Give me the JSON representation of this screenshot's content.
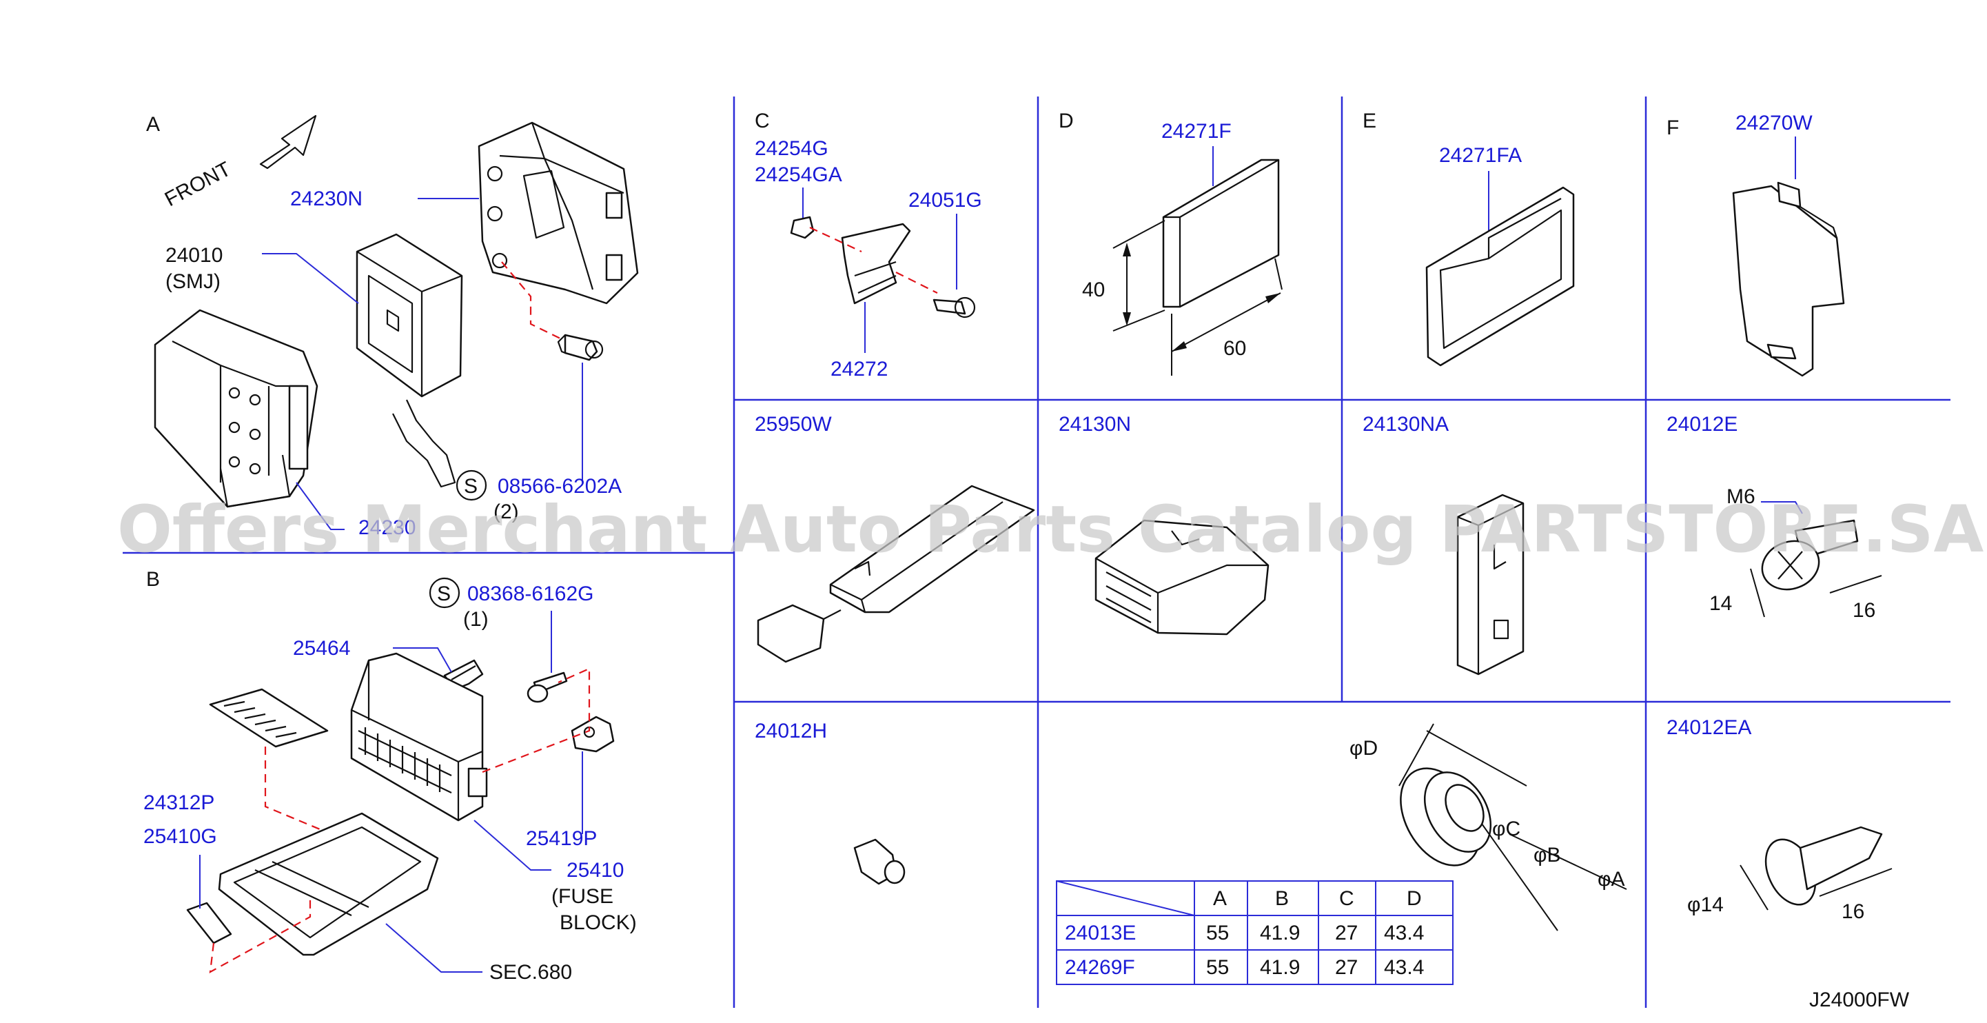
{
  "watermark": "Offers Merchant Auto Parts Catalog PARTSTORE.SA",
  "diagram_id": "J24000FW",
  "sections": {
    "A": {
      "letter": "A",
      "front_label": "FRONT",
      "parts": {
        "p24230N": "24230N",
        "p24010": "24010",
        "smj": "(SMJ)",
        "p08566": "08566-6202A",
        "qty2": "(2)",
        "s_mark": "S",
        "hidden_label": "24230"
      }
    },
    "B": {
      "letter": "B",
      "parts": {
        "p08368": "08368-6162G",
        "qty1": "(1)",
        "s_mark": "S",
        "p25464": "25464",
        "p24312P": "24312P",
        "p25410G": "25410G",
        "p25419P": "25419P",
        "p25410": "25410",
        "fuse": "(FUSE",
        "block": "BLOCK)",
        "sec680": "SEC.680"
      }
    },
    "C": {
      "letter": "C",
      "parts": {
        "p24254G": "24254G",
        "p24254GA": "24254GA",
        "p24051G": "24051G",
        "p24272": "24272"
      }
    },
    "D": {
      "letter": "D",
      "parts": {
        "p24271F": "24271F",
        "dim40": "40",
        "dim60": "60"
      }
    },
    "E": {
      "letter": "E",
      "parts": {
        "p24271FA": "24271FA"
      }
    },
    "F": {
      "letter": "F",
      "parts": {
        "p24270W": "24270W"
      }
    },
    "row2": {
      "p25950W": "25950W",
      "p24130N": "24130N",
      "p24130NA": "24130NA",
      "p24012E": "24012E",
      "m6": "M6",
      "dim14": "14",
      "dim16": "16"
    },
    "row3": {
      "p24012H": "24012H",
      "p24012EA": "24012EA",
      "phi14": "φ14",
      "dim16": "16",
      "phiA": "φA",
      "phiB": "φB",
      "phiC": "φC",
      "phiD": "φD"
    }
  },
  "grommet_table": {
    "headers": [
      "A",
      "B",
      "C",
      "D"
    ],
    "rows": [
      {
        "part": "24013E",
        "values": [
          "55",
          "41.9",
          "27",
          "43.4"
        ]
      },
      {
        "part": "24269F",
        "values": [
          "55",
          "41.9",
          "27",
          "43.4"
        ]
      }
    ]
  },
  "colors": {
    "part_number": "#1a1ad6",
    "frame_lines": "#2b2bd8",
    "phantom_lines": "#e0151b",
    "text": "#111111",
    "watermark": "#c9c9c9"
  }
}
